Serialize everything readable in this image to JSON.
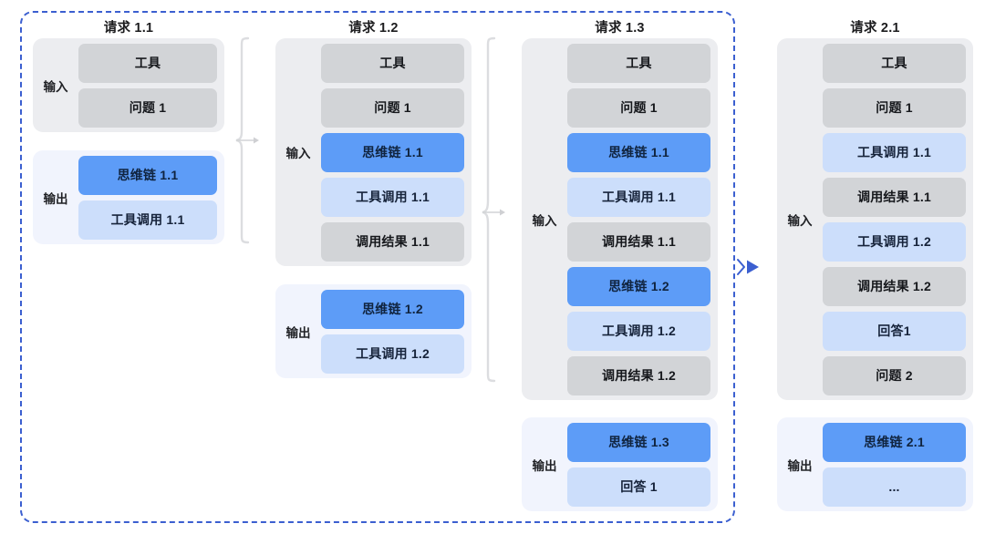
{
  "diagram": {
    "title_hidden": "",
    "colors": {
      "dashed_region_border": "#3b5fd0",
      "chip_gray": "#d2d4d7",
      "chip_blue": "#5d9cf7",
      "chip_light_blue": "#ccdefb",
      "group_input_bg": "#ecedf0",
      "group_output_bg": "#f1f4fd",
      "arrow_blue": "#3b5fd0",
      "brace_gray": "#dcdde0"
    },
    "labels": {
      "input": "输入",
      "output": "输出"
    },
    "columns": [
      {
        "id": "request-1-1",
        "title": "请求 1.1",
        "input": {
          "label": "输入",
          "chips": [
            {
              "text": "工具",
              "style": "gray"
            },
            {
              "text": "问题 1",
              "style": "gray"
            }
          ]
        },
        "output": {
          "label": "输出",
          "chips": [
            {
              "text": "思维链 1.1",
              "style": "blue"
            },
            {
              "text": "工具调用 1.1",
              "style": "lightblue"
            }
          ]
        }
      },
      {
        "id": "request-1-2",
        "title": "请求 1.2",
        "input": {
          "label": "输入",
          "chips": [
            {
              "text": "工具",
              "style": "gray"
            },
            {
              "text": "问题 1",
              "style": "gray"
            },
            {
              "text": "思维链 1.1",
              "style": "blue"
            },
            {
              "text": "工具调用 1.1",
              "style": "lightblue"
            },
            {
              "text": "调用结果 1.1",
              "style": "gray"
            }
          ]
        },
        "output": {
          "label": "输出",
          "chips": [
            {
              "text": "思维链 1.2",
              "style": "blue"
            },
            {
              "text": "工具调用 1.2",
              "style": "lightblue"
            }
          ]
        }
      },
      {
        "id": "request-1-3",
        "title": "请求 1.3",
        "input": {
          "label": "输入",
          "chips": [
            {
              "text": "工具",
              "style": "gray"
            },
            {
              "text": "问题 1",
              "style": "gray"
            },
            {
              "text": "思维链 1.1",
              "style": "blue"
            },
            {
              "text": "工具调用 1.1",
              "style": "lightblue"
            },
            {
              "text": "调用结果 1.1",
              "style": "gray"
            },
            {
              "text": "思维链 1.2",
              "style": "blue"
            },
            {
              "text": "工具调用 1.2",
              "style": "lightblue"
            },
            {
              "text": "调用结果 1.2",
              "style": "gray"
            }
          ]
        },
        "output": {
          "label": "输出",
          "chips": [
            {
              "text": "思维链 1.3",
              "style": "blue"
            },
            {
              "text": "回答 1",
              "style": "lightblue"
            }
          ]
        }
      },
      {
        "id": "request-2-1",
        "title": "请求 2.1",
        "input": {
          "label": "输入",
          "chips": [
            {
              "text": "工具",
              "style": "gray"
            },
            {
              "text": "问题 1",
              "style": "gray"
            },
            {
              "text": "工具调用 1.1",
              "style": "lightblue"
            },
            {
              "text": "调用结果 1.1",
              "style": "gray"
            },
            {
              "text": "工具调用 1.2",
              "style": "lightblue"
            },
            {
              "text": "调用结果 1.2",
              "style": "gray"
            },
            {
              "text": "回答1",
              "style": "lightblue"
            },
            {
              "text": "问题 2",
              "style": "gray"
            }
          ]
        },
        "output": {
          "label": "输出",
          "chips": [
            {
              "text": "思维链 2.1",
              "style": "blue"
            },
            {
              "text": "...",
              "style": "lightblue"
            }
          ]
        }
      }
    ],
    "connectors": [
      {
        "id": "brace-1-to-2",
        "kind": "brace-arrow"
      },
      {
        "id": "brace-2-to-3",
        "kind": "brace-arrow"
      },
      {
        "id": "session-to-next",
        "kind": "blue-arrow"
      }
    ]
  }
}
